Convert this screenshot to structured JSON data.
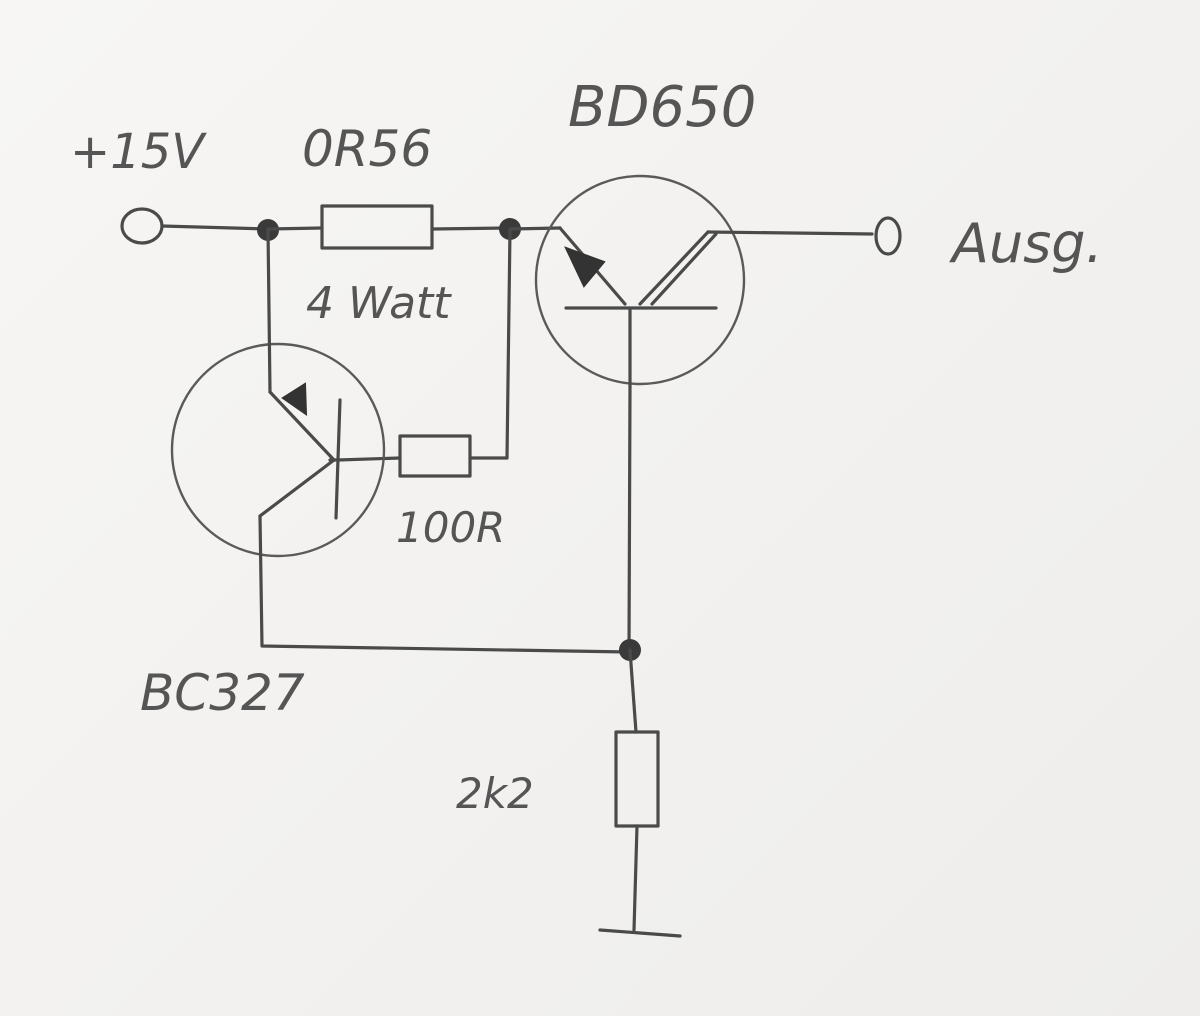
{
  "labels": {
    "supply": "+15V",
    "shunt_value": "0R56",
    "shunt_power": "4 Watt",
    "base_resistor": "100R",
    "load_resistor": "2k2",
    "power_transistor": "BD650",
    "sense_transistor": "BC327",
    "output": "Ausg."
  }
}
